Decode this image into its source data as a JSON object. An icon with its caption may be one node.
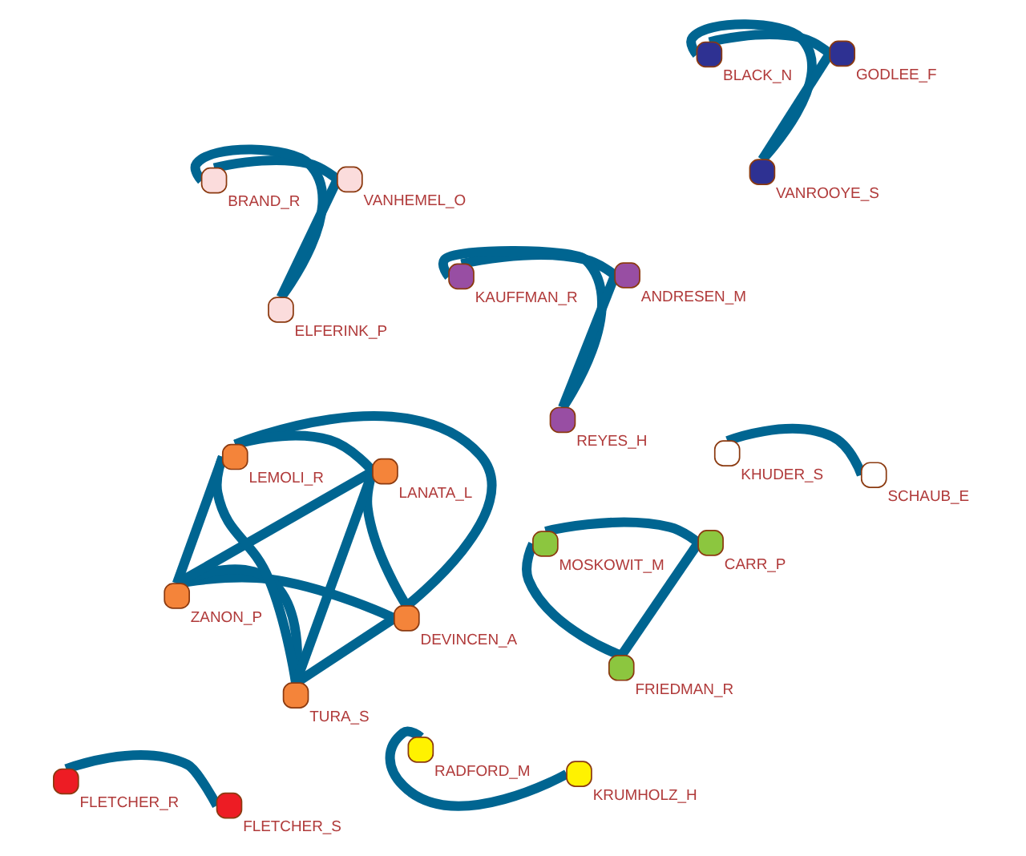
{
  "diagram": {
    "nodes": [
      {
        "text": [],
        "shape": "circle",
        "beside": [
          "ZANON_P"
        ]
      },
      {
        "text": [],
        "shape": "circle",
        "beside": [
          "DEVINCEN_A"
        ]
      },
      {
        "text": [],
        "shape": "circle",
        "beside": [
          "TURA_S"
        ]
      },
      {
        "text": [],
        "shape": "circle",
        "beside": [
          "LEMOLI_R"
        ]
      },
      {
        "text": [],
        "shape": "circle",
        "beside": [
          "LANATA_L"
        ]
      },
      {
        "text": [],
        "shape": "circle",
        "beside": [
          "MOSKOWIT_M"
        ]
      },
      {
        "text": [],
        "shape": "circle",
        "beside": [
          "CARR_P"
        ]
      },
      {
        "text": [],
        "shape": "circle",
        "beside": [
          "FRIEDMAN_R"
        ]
      },
      {
        "text": [],
        "shape": "circle",
        "beside": [
          "BLACK_N"
        ]
      },
      {
        "text": [],
        "shape": "circle",
        "beside": [
          "GODLEE_F"
        ]
      },
      {
        "text": [],
        "shape": "circle",
        "beside": [
          "VANROOYE_S"
        ]
      },
      {
        "text": [],
        "shape": "circle",
        "beside": [
          "BRAND_R"
        ]
      },
      {
        "text": [],
        "shape": "circle",
        "beside": [
          "VANHEMEL_O"
        ]
      },
      {
        "text": [],
        "shape": "circle",
        "beside": [
          "ELFERINK_P"
        ]
      },
      {
        "text": [],
        "shape": "circle",
        "beside": [
          "KAUFFMAN_R"
        ]
      },
      {
        "text": [],
        "shape": "circle",
        "beside": [
          "ANDRESEN_M"
        ]
      },
      {
        "text": [],
        "shape": "circle",
        "beside": [
          "REYES_H"
        ]
      },
      {
        "text": [],
        "shape": "circle",
        "beside": [
          "KHUDER_S"
        ]
      },
      {
        "text": [],
        "shape": "circle",
        "beside": [
          "SCHAUB_E"
        ]
      },
      {
        "text": [],
        "shape": "circle",
        "beside": [
          "FLETCHER_R"
        ]
      },
      {
        "text": [],
        "shape": "circle",
        "beside": [
          "FLETCHER_S"
        ]
      },
      {
        "text": [],
        "shape": "circle",
        "beside": [
          "RADFORD_M"
        ]
      },
      {
        "text": [],
        "shape": "circle",
        "beside": [
          "KRUMHOLZ_H"
        ]
      }
    ],
    "edges": [
      {
        "from": 0,
        "to": 1,
        "arrow": "none"
      },
      {
        "from": 0,
        "to": 2,
        "arrow": "none"
      },
      {
        "from": 0,
        "to": 3,
        "arrow": "none"
      },
      {
        "from": 0,
        "to": 4,
        "arrow": "none"
      },
      {
        "from": 1,
        "to": 2,
        "arrow": "none"
      },
      {
        "from": 1,
        "to": 3,
        "arrow": "none"
      },
      {
        "from": 1,
        "to": 4,
        "arrow": "none"
      },
      {
        "from": 2,
        "to": 3,
        "arrow": "none"
      },
      {
        "from": 2,
        "to": 4,
        "arrow": "none"
      },
      {
        "from": 3,
        "to": 4,
        "arrow": "none"
      },
      {
        "from": 5,
        "to": 6,
        "arrow": "none"
      },
      {
        "from": 5,
        "to": 7,
        "arrow": "none"
      },
      {
        "from": 6,
        "to": 7,
        "arrow": "none"
      },
      {
        "from": 8,
        "to": 9,
        "arrow": "none"
      },
      {
        "from": 8,
        "to": 10,
        "arrow": "none"
      },
      {
        "from": 9,
        "to": 10,
        "arrow": "none"
      },
      {
        "from": 11,
        "to": 12,
        "arrow": "none"
      },
      {
        "from": 11,
        "to": 13,
        "arrow": "none"
      },
      {
        "from": 12,
        "to": 13,
        "arrow": "none"
      },
      {
        "from": 14,
        "to": 15,
        "arrow": "none"
      },
      {
        "from": 14,
        "to": 16,
        "arrow": "none"
      },
      {
        "from": 15,
        "to": 16,
        "arrow": "none"
      },
      {
        "from": 17,
        "to": 18,
        "arrow": "none"
      },
      {
        "from": 19,
        "to": 20,
        "arrow": "none"
      },
      {
        "from": 21,
        "to": 22,
        "arrow": "none"
      }
    ]
  }
}
